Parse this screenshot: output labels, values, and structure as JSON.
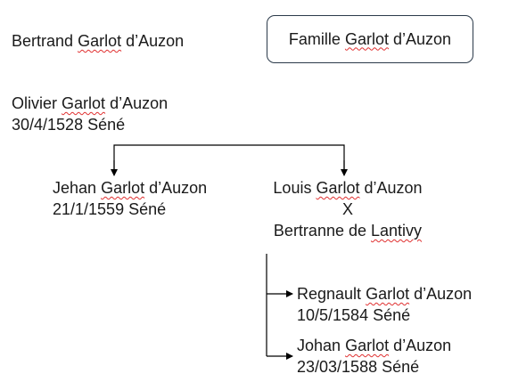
{
  "header": {
    "person": {
      "first": "Bertrand",
      "family": "Garlot",
      "suffix": "d’Auzon"
    },
    "title": {
      "first": "Famille",
      "family": "Garlot",
      "suffix": "d’Auzon"
    }
  },
  "tree": {
    "olivier": {
      "first": "Olivier",
      "family": "Garlot",
      "suffix": "d’Auzon",
      "event": "30/4/1528 Séné"
    },
    "jehan": {
      "first": "Jehan",
      "family": "Garlot",
      "suffix": "d’Auzon",
      "event": "21/1/1559 Séné"
    },
    "louis": {
      "first": "Louis",
      "family": "Garlot",
      "suffix": "d’Auzon",
      "marriage_mark": "X"
    },
    "spouse": {
      "first": "Bertranne de",
      "family": "Lantivy"
    },
    "regnault": {
      "first": "Regnault",
      "family": "Garlot",
      "suffix": "d’Auzon",
      "event": "10/5/1584 Séné"
    },
    "johan": {
      "first": "Johan",
      "family": "Garlot",
      "suffix": "d’Auzon",
      "event": "23/03/1588 Séné"
    }
  }
}
